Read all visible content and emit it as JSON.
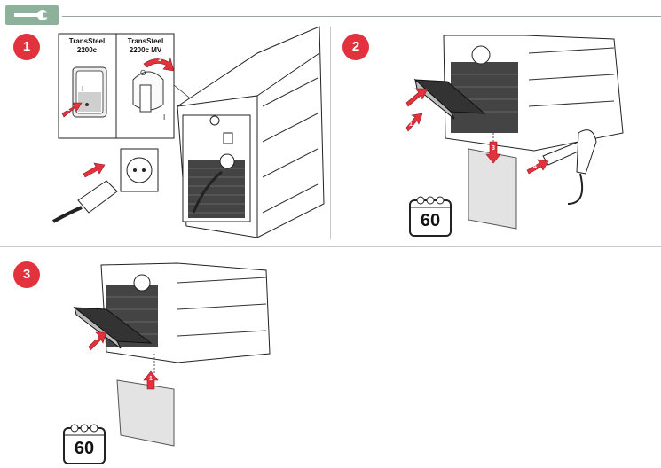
{
  "header": {
    "icon": "wrench-icon",
    "accent_color": "#8db19b"
  },
  "steps": [
    {
      "number": "1"
    },
    {
      "number": "2"
    },
    {
      "number": "3"
    }
  ],
  "step1": {
    "inset_labels": [
      {
        "text": "TransSteel\n2200c"
      },
      {
        "text": "TransSteel\n2200c MV"
      }
    ],
    "callouts": [
      "1",
      "1"
    ],
    "switch_marks": [
      "I",
      "O",
      "I",
      "O"
    ]
  },
  "step2": {
    "callouts": [
      "1",
      "2",
      "3",
      "4"
    ],
    "timer": {
      "icon": "timer-icon",
      "value": "60"
    }
  },
  "step3": {
    "callouts": [
      "1",
      "2"
    ],
    "timer": {
      "icon": "timer-icon",
      "value": "60"
    }
  },
  "colors": {
    "badge": "#e2323d",
    "arrow": "#e2323d",
    "rule": "#c8c8c8"
  }
}
